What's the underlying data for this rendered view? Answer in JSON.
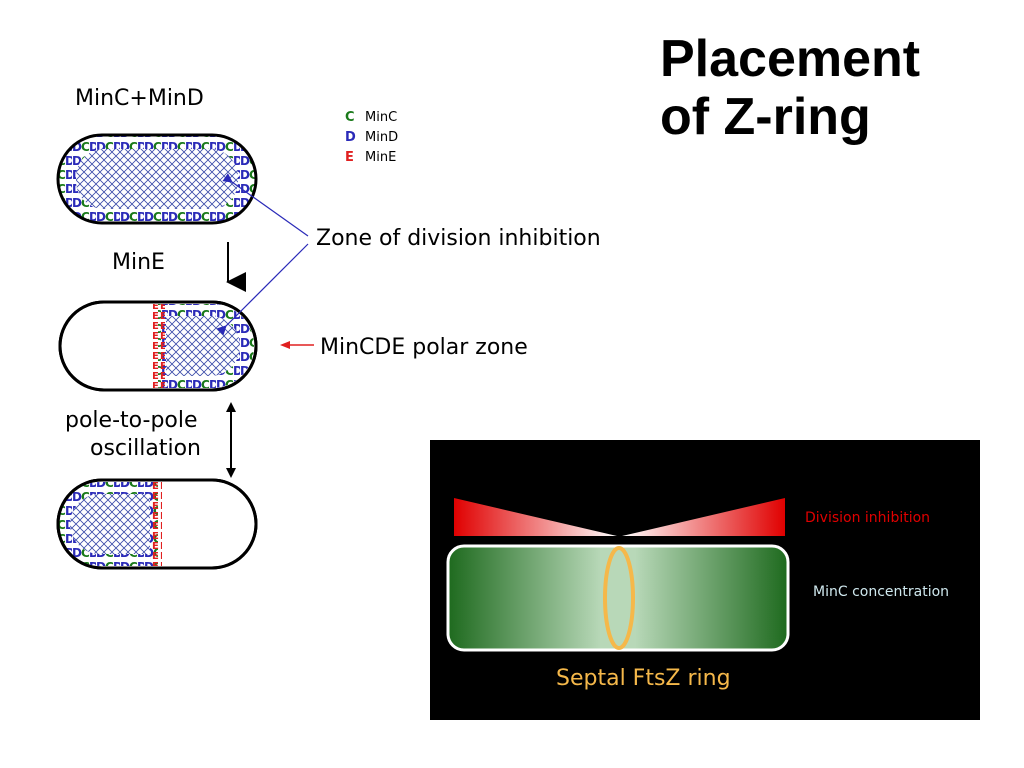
{
  "slide": {
    "title_line1": "Placement",
    "title_line2": "of Z-ring"
  },
  "labels": {
    "mincd": "MinC+MinD",
    "mine": "MinE",
    "oscillation_line1": "pole-to-pole",
    "oscillation_line2": "oscillation",
    "zone_inhibition": "Zone of division inhibition",
    "polar_zone": "MinCDE polar zone"
  },
  "legend": [
    {
      "letter": "C",
      "name": "MinC",
      "color": "#1a7a1a"
    },
    {
      "letter": "D",
      "name": "MinD",
      "color": "#2a2ab8"
    },
    {
      "letter": "E",
      "name": "MinE",
      "color": "#e02020"
    }
  ],
  "panel": {
    "division_inhibition": "Division inhibition",
    "minc_concentration": "MinC concentration",
    "septal_ring": "Septal FtsZ ring",
    "colors": {
      "inhibition": "#e00000",
      "minc_text": "#cfe8ee",
      "ring": "#f5b84a",
      "cell_dark": "#1e6a1e",
      "cell_light": "#b8d8b8"
    }
  }
}
